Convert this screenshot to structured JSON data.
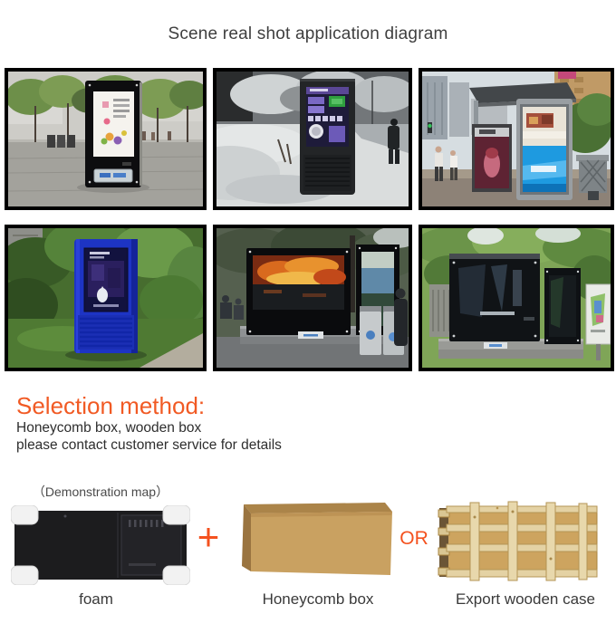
{
  "page": {
    "title": "Scene real shot application diagram",
    "background": "#ffffff"
  },
  "colors": {
    "accent_orange": "#f15a24",
    "separator_orange": "#f4511e",
    "title_text": "#3f3f3f",
    "body_text": "#2e2e2e",
    "caption_text": "#3a3a3a",
    "photo_border": "#000000",
    "foam_black": "#1c1c1e",
    "foam_corner_white": "#f2f2f2",
    "honeycomb_tan": "#c9a161",
    "wood_panel_tan": "#cda45f",
    "wood_slat_light": "#e4d2a4",
    "blue_kiosk": "#1d34c4"
  },
  "gallery": {
    "photos": [
      {
        "name": "plaza-black-kiosk-photo"
      },
      {
        "name": "snow-street-kiosk-photo"
      },
      {
        "name": "bus-shelter-display-photo"
      },
      {
        "name": "garden-blue-kiosk-photo"
      },
      {
        "name": "dusk-dual-displays-photo"
      },
      {
        "name": "daylight-dual-displays-photo"
      }
    ]
  },
  "selection": {
    "heading": "Selection method:",
    "line1": "Honeycomb box, wooden box",
    "line2": "please contact customer service for details"
  },
  "packaging": {
    "demo_caption": "（Demonstration map）",
    "items": [
      {
        "label": "foam"
      },
      {
        "label": "Honeycomb box"
      },
      {
        "label": "Export wooden case"
      }
    ],
    "separators": {
      "plus": "+",
      "or": "OR"
    }
  }
}
